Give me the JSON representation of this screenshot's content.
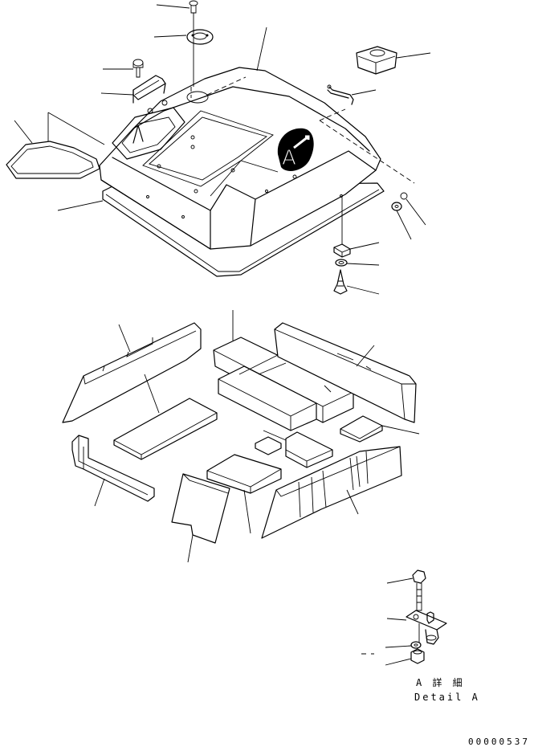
{
  "drawing": {
    "detail_label_jp": "A 詳 細",
    "detail_label_en": "Detail A",
    "detail_badge": "A",
    "drawing_number": "00000537"
  }
}
